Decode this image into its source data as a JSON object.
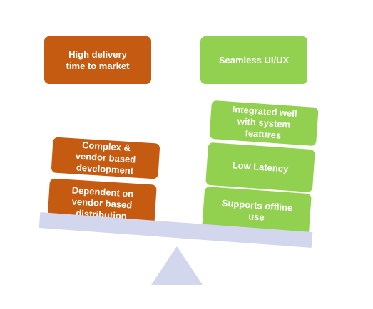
{
  "header": {
    "left_label": "High delivery\ntime to market",
    "right_label": "Seamless UI/UX"
  },
  "left_stack": [
    {
      "label": "Complex &\nvendor based\ndevelopment"
    },
    {
      "label": "Dependent on\nvendor based\ndistribution"
    }
  ],
  "right_stack": [
    {
      "label": "Integrated well\nwith system\nfeatures"
    },
    {
      "label": "Low Latency"
    },
    {
      "label": "Supports offline\nuse"
    }
  ],
  "colors": {
    "orange": "#c55a11",
    "green": "#92d050",
    "plank": "#d3d7ee",
    "fulcrum": "#d3d7ee"
  }
}
